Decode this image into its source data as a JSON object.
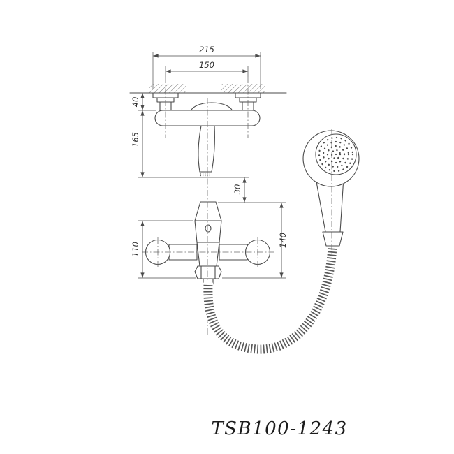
{
  "colors": {
    "line": "#4a4a4a",
    "centerline": "#6b6b6b",
    "text": "#2f2f2f",
    "background": "#ffffff"
  },
  "title": "TSB100-1243",
  "dimensions": {
    "overall_width": "215",
    "mounting_centers": "150",
    "wall_offset": "40",
    "spout_drop": "165",
    "spout_offset": "30",
    "body_height": "110",
    "overall_height": "140"
  }
}
